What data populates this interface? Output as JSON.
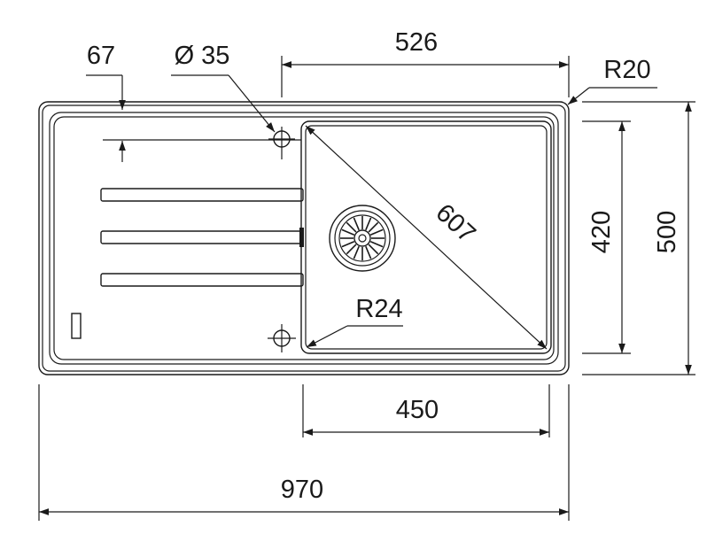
{
  "drawing": {
    "dimensions": {
      "overall_width": "970",
      "overall_depth": "500",
      "bowl_length": "526",
      "bowl_depth": "420",
      "bowl_bottom_width": "450",
      "bowl_diagonal": "607",
      "corner_radius": "R20",
      "bowl_radius": "R24",
      "tap_hole_diameter": "Ø 35",
      "tap_hole_offset": "67"
    }
  }
}
